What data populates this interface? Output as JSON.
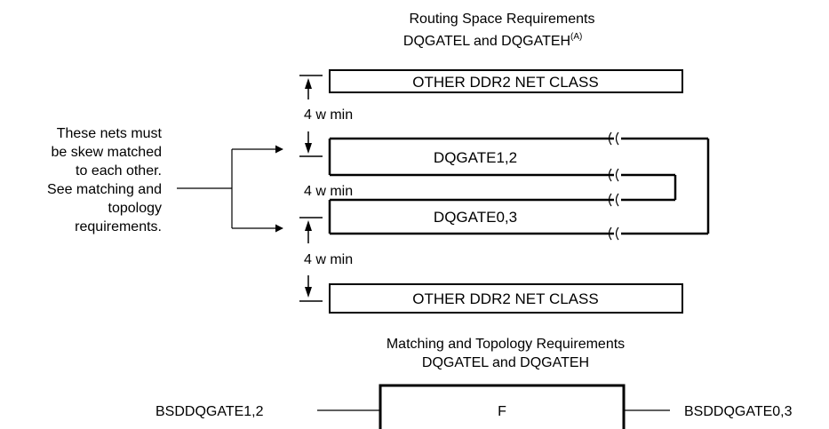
{
  "routing": {
    "title_line1": "Routing Space Requirements",
    "title_line2": "DQGATEL and DQGATEH",
    "title_footnote": "(A)",
    "other_class_label": "OTHER DDR2 NET CLASS",
    "net_1_2": "DQGATE1,2",
    "net_0_3": "DQGATE0,3",
    "spacing_label": "4 w min"
  },
  "note": {
    "lines": [
      "These nets must",
      "be skew matched",
      "to each other.",
      "See matching and",
      "topology",
      "requirements."
    ]
  },
  "matching": {
    "title_line1": "Matching and Topology Requirements",
    "title_line2": "DQGATEL and DQGATEH",
    "box_label": "F",
    "left_label": "BSDDQGATE1,2",
    "right_label": "BSDDQGATE0,3"
  },
  "colors": {
    "ink": "#000000",
    "background": "#ffffff"
  }
}
